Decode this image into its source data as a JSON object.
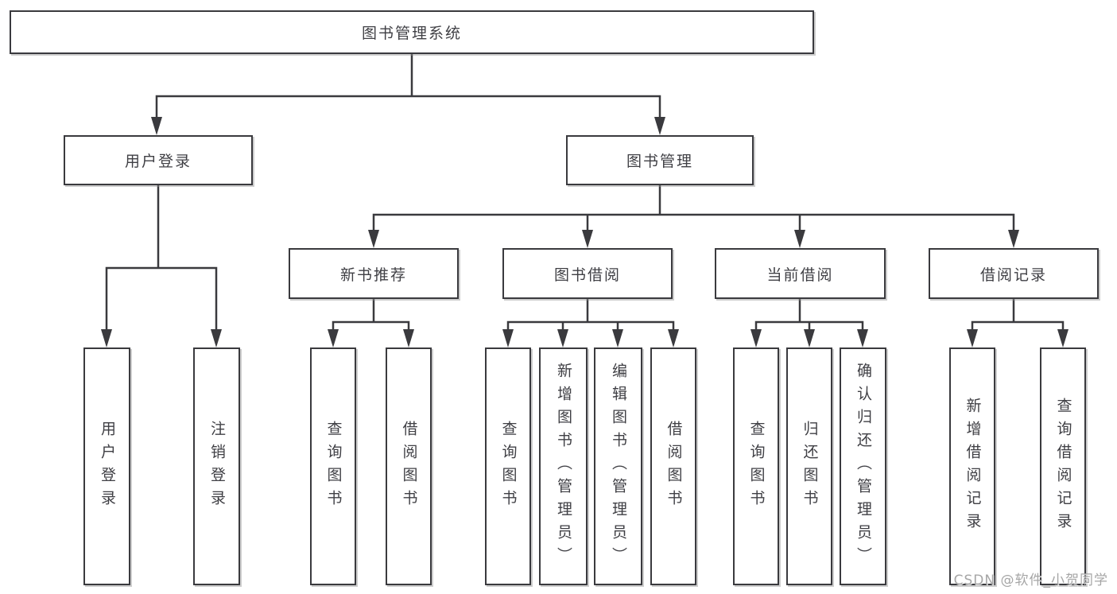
{
  "diagram_type": "hierarchy-tree",
  "colors": {
    "line": "#3a3a3e",
    "box_border": "#3a3a3e",
    "box_fill": "#ffffff",
    "text": "#3f3f44",
    "watermark": "#a6a6a6",
    "background": "#ffffff"
  },
  "tree": {
    "label": "图书管理系统",
    "children": [
      {
        "label": "用户登录",
        "children": [
          {
            "label": "用户登录"
          },
          {
            "label": "注销登录"
          }
        ]
      },
      {
        "label": "图书管理",
        "children": [
          {
            "label": "新书推荐",
            "children": [
              {
                "label": "查询图书"
              },
              {
                "label": "借阅图书"
              }
            ]
          },
          {
            "label": "图书借阅",
            "children": [
              {
                "label": "查询图书"
              },
              {
                "label": "新增图书（管理员）"
              },
              {
                "label": "编辑图书（管理员）"
              },
              {
                "label": "借阅图书"
              }
            ]
          },
          {
            "label": "当前借阅",
            "children": [
              {
                "label": "查询图书"
              },
              {
                "label": "归还图书"
              },
              {
                "label": "确认归还（管理员）"
              }
            ]
          },
          {
            "label": "借阅记录",
            "children": [
              {
                "label": "新增借阅记录"
              },
              {
                "label": "查询借阅记录"
              }
            ]
          }
        ]
      }
    ]
  },
  "watermark": "CSDN @软件_小贺同学"
}
